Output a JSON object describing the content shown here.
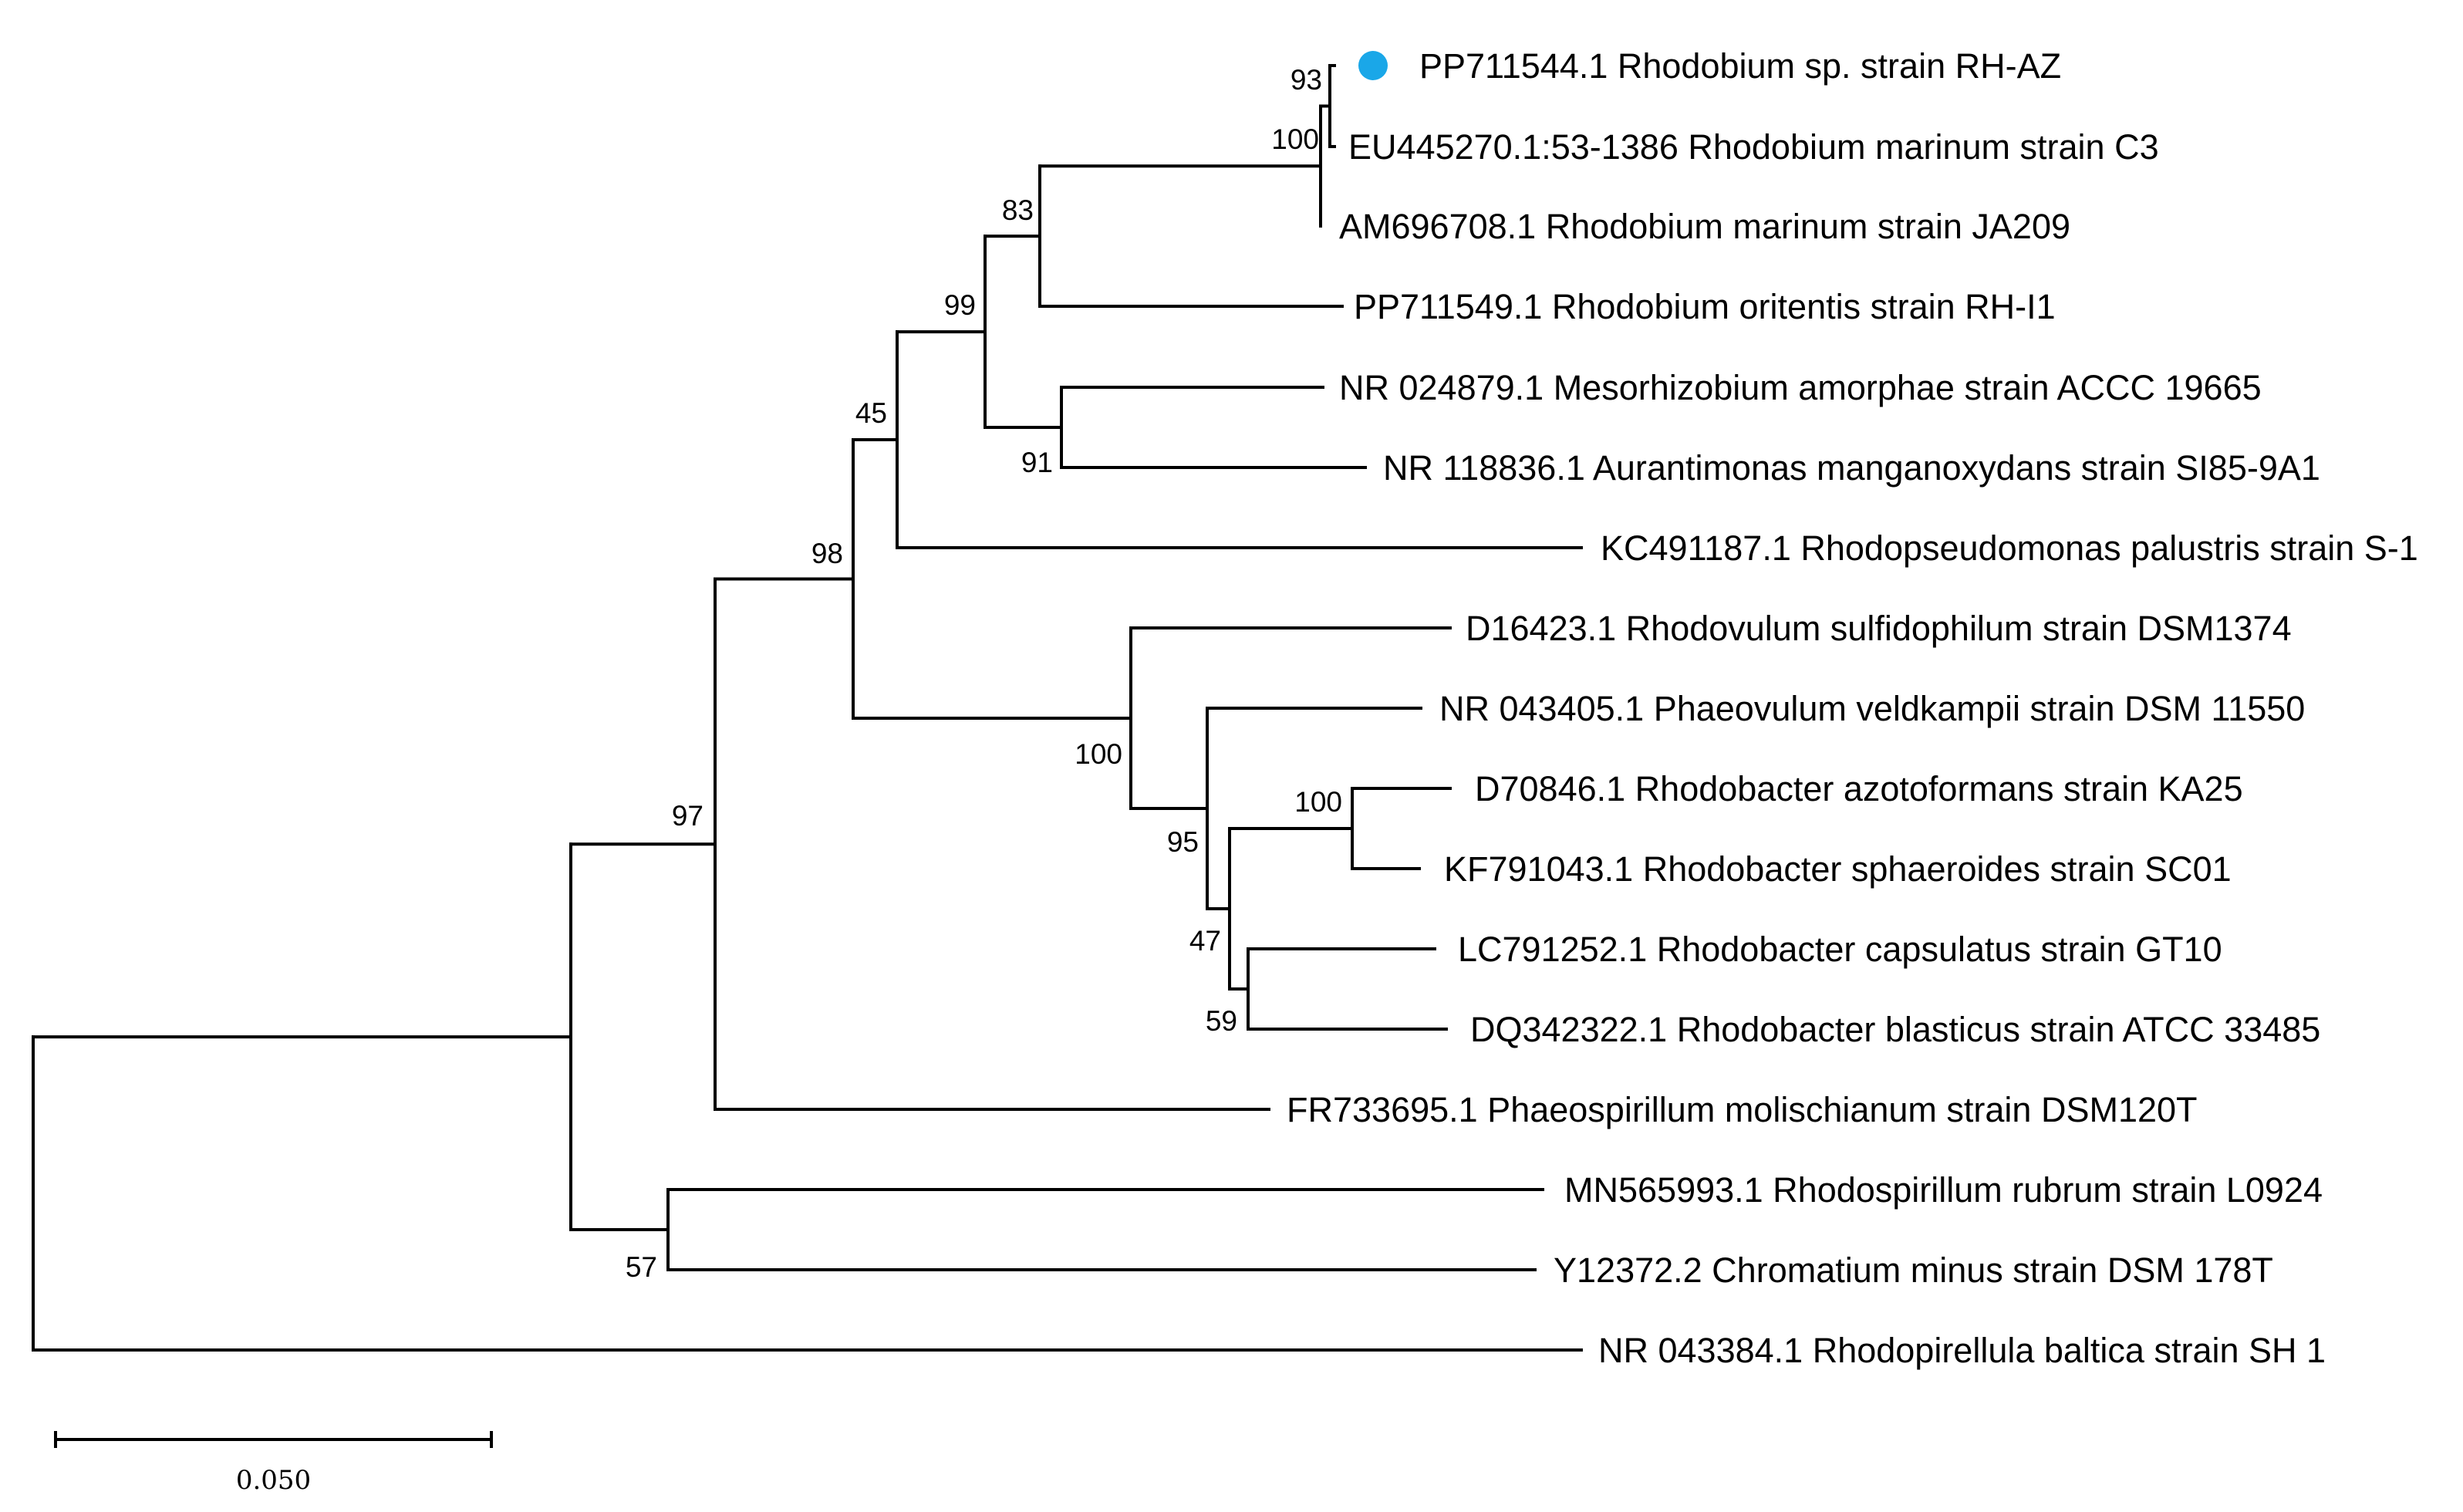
{
  "colors": {
    "lines": "#000000",
    "marker": "#1aa7e8",
    "background": "#ffffff"
  },
  "marker": {
    "shape": "filled-circle",
    "taxon_index": 0
  },
  "taxa": [
    "PP711544.1 Rhodobium sp. strain RH-AZ",
    "EU445270.1:53-1386 Rhodobium marinum strain C3",
    "AM696708.1 Rhodobium marinum strain JA209",
    "PP711549.1 Rhodobium oritentis strain RH-I1",
    "NR 024879.1 Mesorhizobium amorphae strain ACCC 19665",
    "NR 118836.1 Aurantimonas manganoxydans strain SI85-9A1",
    "KC491187.1 Rhodopseudomonas palustris strain S-1",
    "D16423.1 Rhodovulum sulfidophilum strain DSM1374",
    "NR 043405.1 Phaeovulum veldkampii strain DSM 11550",
    "D70846.1 Rhodobacter azotoformans strain KA25",
    "KF791043.1 Rhodobacter sphaeroides strain SC01",
    "LC791252.1 Rhodobacter capsulatus strain GT10",
    "DQ342322.1 Rhodobacter blasticus strain ATCC 33485",
    "FR733695.1 Phaeospirillum molischianum strain DSM120T",
    "MN565993.1 Rhodospirillum rubrum strain L0924",
    "Y12372.2 Chromatium minus strain DSM 178T",
    "NR 043384.1 Rhodopirellula baltica strain SH 1"
  ],
  "bootstrap": [
    "93",
    "100",
    "83",
    "99",
    "91",
    "45",
    "98",
    "100",
    "95",
    "100",
    "47",
    "59",
    "97",
    "57"
  ],
  "scale_bar": {
    "value": 0.05,
    "label": "0.050"
  }
}
